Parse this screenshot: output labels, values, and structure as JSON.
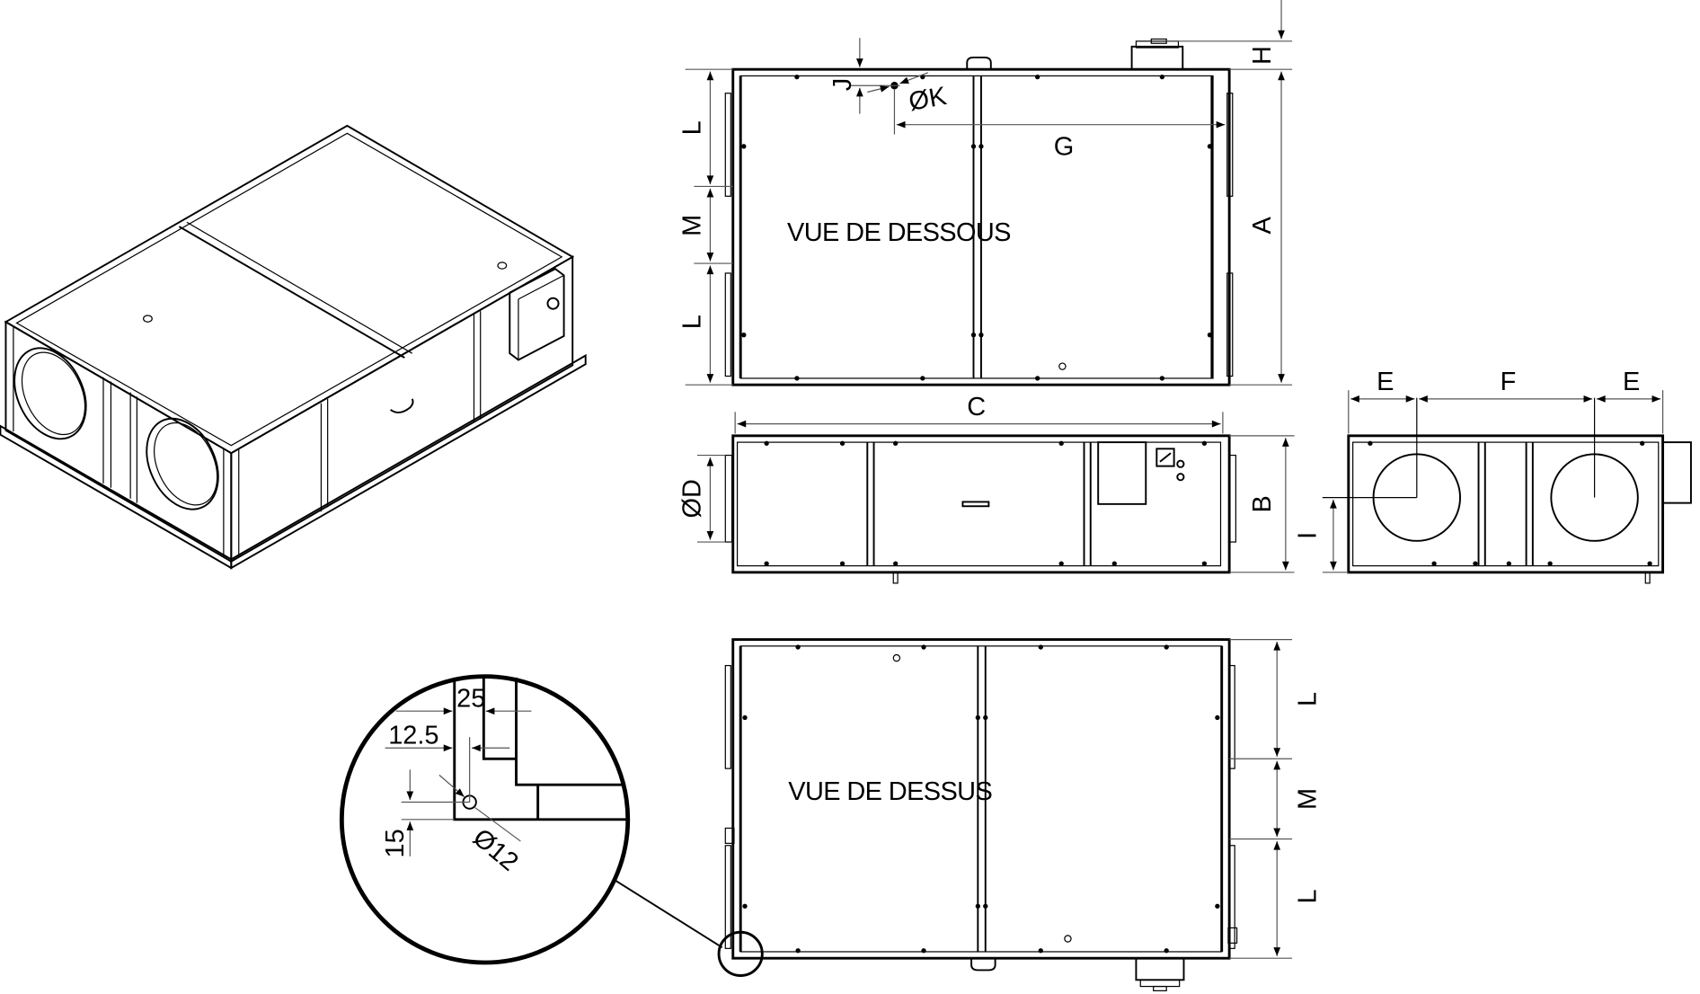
{
  "views": {
    "bottom_view": {
      "title": "VUE DE DESSOUS"
    },
    "top_view": {
      "title": "VUE DE DESSUS"
    },
    "front_view": {
      "title": ""
    },
    "side_view": {
      "title": ""
    },
    "isometric_view": {
      "title": ""
    },
    "detail_view": {
      "title": ""
    }
  },
  "dimensions": {
    "A": "A",
    "B": "B",
    "C": "C",
    "D": "ØD",
    "E": "E",
    "F": "F",
    "G": "G",
    "H": "H",
    "I": "I",
    "J": "J",
    "K": "ØK",
    "L": "L",
    "M": "M"
  },
  "detail": {
    "offset_25": "25",
    "offset_12_5": "12.5",
    "offset_15": "15",
    "hole_diameter": "Ø12"
  },
  "colors": {
    "line": "#000000",
    "dimension_line": "#555555",
    "background": "#ffffff"
  }
}
